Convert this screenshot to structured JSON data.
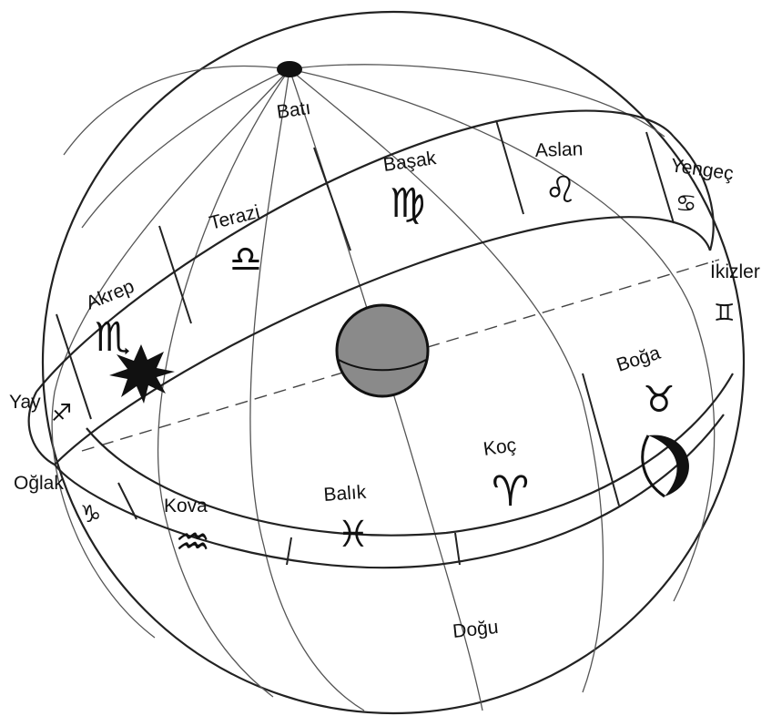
{
  "directions": {
    "west": "Batı",
    "east": "Doğu"
  },
  "signs": {
    "yengec": {
      "label": "Yengeç",
      "symbol": "♋"
    },
    "aslan": {
      "label": "Aslan",
      "symbol": "♌"
    },
    "basak": {
      "label": "Başak",
      "symbol": "♍"
    },
    "terazi": {
      "label": "Terazi",
      "symbol": "♎"
    },
    "akrep": {
      "label": "Akrep",
      "symbol": "♏"
    },
    "yay": {
      "label": "Yay",
      "symbol": "♐"
    },
    "oglak": {
      "label": "Oğlak",
      "symbol": "♑"
    },
    "kova": {
      "label": "Kova",
      "symbol": "♒"
    },
    "balik": {
      "label": "Balık",
      "symbol": "♓"
    },
    "koc": {
      "label": "Koç",
      "symbol": "♈"
    },
    "boga": {
      "label": "Boğa",
      "symbol": "♉"
    },
    "ikizler": {
      "label": "İkizler",
      "symbol": "♊"
    }
  },
  "colors": {
    "line": "#222222",
    "earth_fill": "#8a8a8a",
    "pole": "#111111",
    "sun": "#111111",
    "moon": "#111111"
  }
}
